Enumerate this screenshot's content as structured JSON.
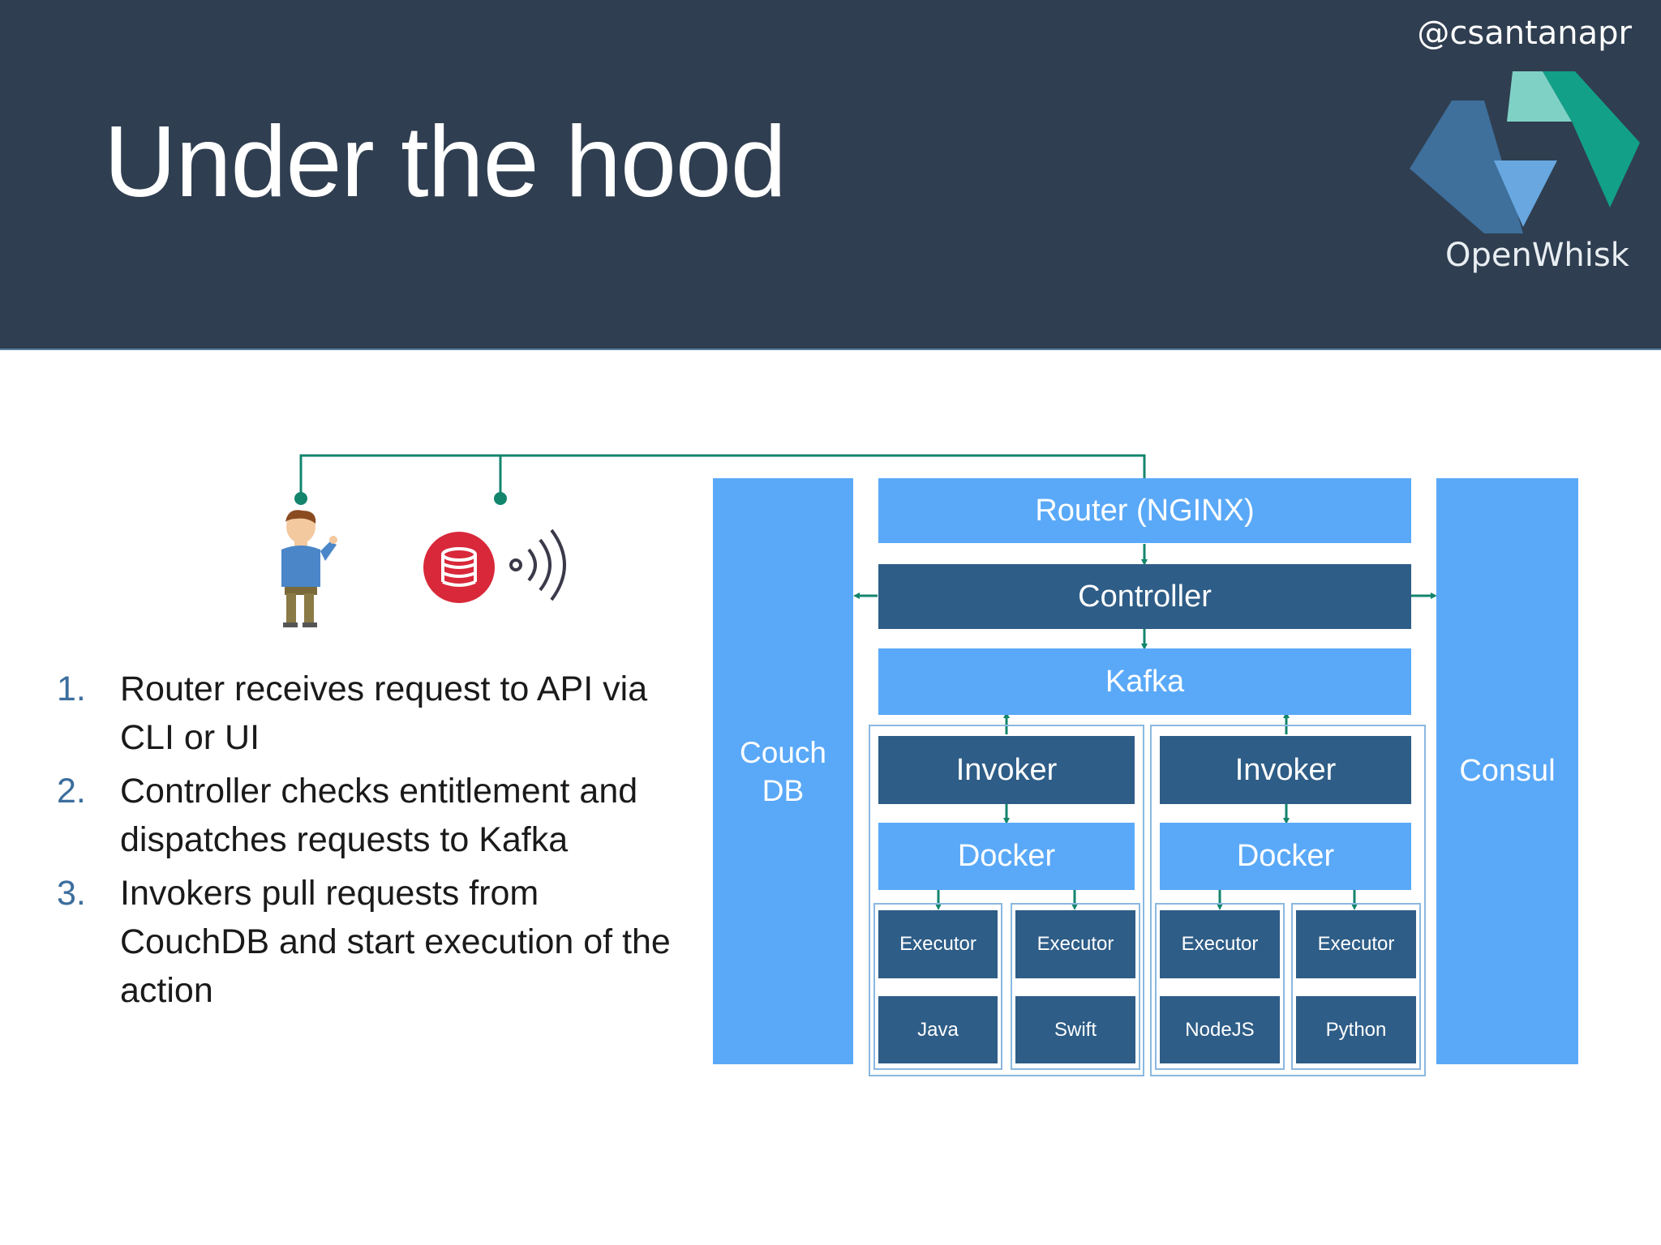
{
  "header": {
    "title": "Under the hood",
    "handle": "@csantanapr",
    "logo_text": "OpenWhisk",
    "logo_icon": "openwhisk-logo-icon"
  },
  "clients": {
    "user_icon": "developer-person-icon",
    "device_icon": "database-broadcast-icon"
  },
  "steps": [
    {
      "num": "1.",
      "text": "Router receives request to API via CLI or UI"
    },
    {
      "num": "2.",
      "text": "Controller checks entitlement and dispatches requests to Kafka"
    },
    {
      "num": "3.",
      "text": "Invokers pull requests from CouchDB and start execution of the action"
    }
  ],
  "diagram": {
    "couchdb": "Couch DB",
    "consul": "Consul",
    "router": "Router (NGINX)",
    "controller": "Controller",
    "kafka": "Kafka",
    "invoker_left": "Invoker",
    "invoker_right": "Invoker",
    "docker_left": "Docker",
    "docker_right": "Docker",
    "executors": [
      {
        "label": "Executor",
        "runtime": "Java"
      },
      {
        "label": "Executor",
        "runtime": "Swift"
      },
      {
        "label": "Executor",
        "runtime": "NodeJS"
      },
      {
        "label": "Executor",
        "runtime": "Python"
      }
    ]
  },
  "colors": {
    "header_bg": "#2f3e50",
    "light_blue": "#5aa9f8",
    "dark_blue": "#2e5d87",
    "connector": "#13856d",
    "step_number": "#3c6e9e"
  }
}
